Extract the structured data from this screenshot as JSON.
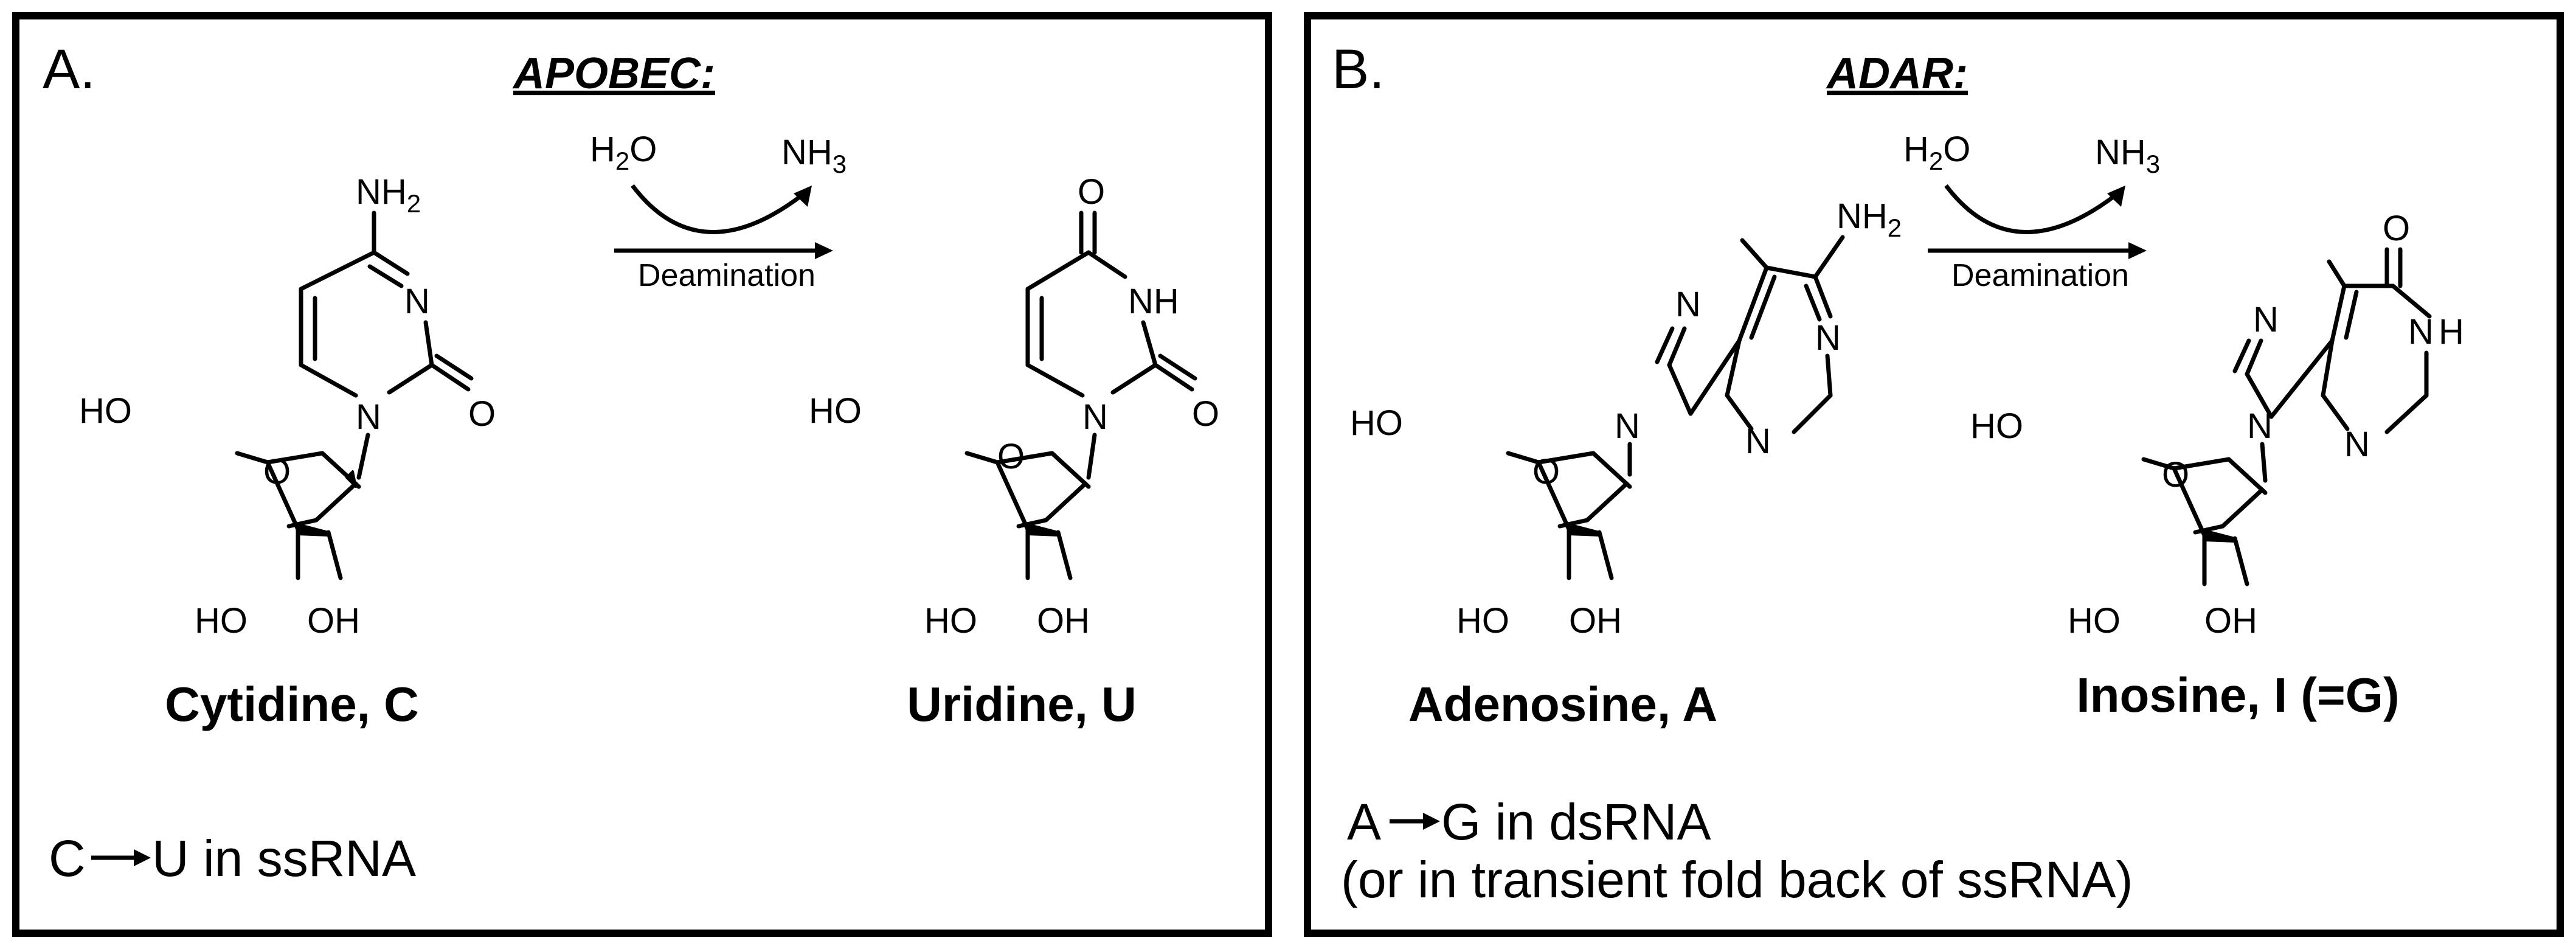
{
  "panel_a": {
    "letter": "A.",
    "enzyme": "APOBEC:",
    "reactant": "Cytidine, C",
    "product": "Uridine, U",
    "water": "H2O",
    "ammonia": "NH3",
    "reaction_label": "Deamination",
    "note": "C→U in ssRNA",
    "note_parts": {
      "from": "C",
      "to": "U",
      "rest": " in ssRNA"
    }
  },
  "panel_b": {
    "letter": "B.",
    "enzyme": "ADAR:",
    "reactant": "Adenosine, A",
    "product": "Inosine, I (=G)",
    "water": "H2O",
    "ammonia": "NH3",
    "reaction_label": "Deamination",
    "note_line1": "A→G in dsRNA",
    "note_line1_parts": {
      "from": "A",
      "to": "G",
      "rest": " in dsRNA"
    },
    "note_line2": "(or in transient fold back of ssRNA)"
  },
  "atoms": {
    "HO": "HO",
    "OH": "OH",
    "O": "O",
    "N": "N",
    "NH": "NH",
    "H": "H",
    "NH2": "NH",
    "sub2": "2",
    "NH3": "NH",
    "sub3": "3",
    "H2O_H": "H",
    "H2O_O": "O"
  }
}
